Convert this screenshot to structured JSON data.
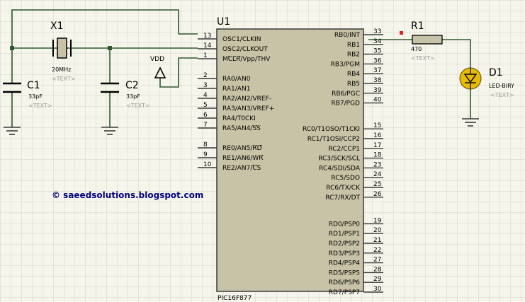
{
  "mcu": {
    "ref": "U1",
    "package": "PIC16F877",
    "left_pins": [
      {
        "num": "13",
        "label": "OSC1/CLKIN"
      },
      {
        "num": "14",
        "label": "OSC2/CLKOUT"
      },
      {
        "num": "1",
        "label": "MCLR/Vpp/THV"
      },
      {
        "num": "2",
        "label": "RA0/AN0"
      },
      {
        "num": "3",
        "label": "RA1/AN1"
      },
      {
        "num": "4",
        "label": "RA2/AN2/VREF-"
      },
      {
        "num": "5",
        "label": "RA3/AN3/VREF+"
      },
      {
        "num": "6",
        "label": "RA4/T0CKI"
      },
      {
        "num": "7",
        "label": "RA5/AN4/SS"
      },
      {
        "num": "8",
        "label": "RE0/AN5/RD"
      },
      {
        "num": "9",
        "label": "RE1/AN6/WR"
      },
      {
        "num": "10",
        "label": "RE2/AN7/CS"
      }
    ],
    "right_pins": [
      {
        "num": "33",
        "label": "RB0/INT"
      },
      {
        "num": "34",
        "label": "RB1"
      },
      {
        "num": "35",
        "label": "RB2"
      },
      {
        "num": "36",
        "label": "RB3/PGM"
      },
      {
        "num": "37",
        "label": "RB4"
      },
      {
        "num": "38",
        "label": "RB5"
      },
      {
        "num": "39",
        "label": "RB6/PGC"
      },
      {
        "num": "40",
        "label": "RB7/PGD"
      },
      {
        "num": "15",
        "label": "RC0/T1OSO/T1CKI"
      },
      {
        "num": "16",
        "label": "RC1/T1OSI/CCP2"
      },
      {
        "num": "17",
        "label": "RC2/CCP1"
      },
      {
        "num": "18",
        "label": "RC3/SCK/SCL"
      },
      {
        "num": "23",
        "label": "RC4/SDI/SDA"
      },
      {
        "num": "24",
        "label": "RC5/SDO"
      },
      {
        "num": "25",
        "label": "RC6/TX/CK"
      },
      {
        "num": "26",
        "label": "RC7/RX/DT"
      },
      {
        "num": "19",
        "label": "RD0/PSP0"
      },
      {
        "num": "20",
        "label": "RD1/PSP1"
      },
      {
        "num": "21",
        "label": "RD2/PSP2"
      },
      {
        "num": "22",
        "label": "RD3/PSP3"
      },
      {
        "num": "27",
        "label": "RD4/PSP4"
      },
      {
        "num": "28",
        "label": "RD5/PSP5"
      },
      {
        "num": "29",
        "label": "RD6/PSP6"
      },
      {
        "num": "30",
        "label": "RD7/PSP7"
      }
    ]
  },
  "crystal": {
    "ref": "X1",
    "value": "20MHz",
    "text": "<TEXT>"
  },
  "c1": {
    "ref": "C1",
    "value": "33pF",
    "text": "<TEXT>"
  },
  "c2": {
    "ref": "C2",
    "value": "33pF",
    "text": "<TEXT>"
  },
  "r1": {
    "ref": "R1",
    "value": "470",
    "text": "<TEXT>"
  },
  "d1": {
    "ref": "D1",
    "value": "LED-BIRY",
    "text": "<TEXT>"
  },
  "vdd": {
    "label": "VDD"
  },
  "watermark": "© saeedsolutions.blogspot.com",
  "colors": {
    "background": "#f5f5ec",
    "grid": "#d4d4c8",
    "chip_body": "#c8c3a6",
    "wire": "#2e5a2e",
    "led": "#e6bb00",
    "watermark": "#000080"
  }
}
